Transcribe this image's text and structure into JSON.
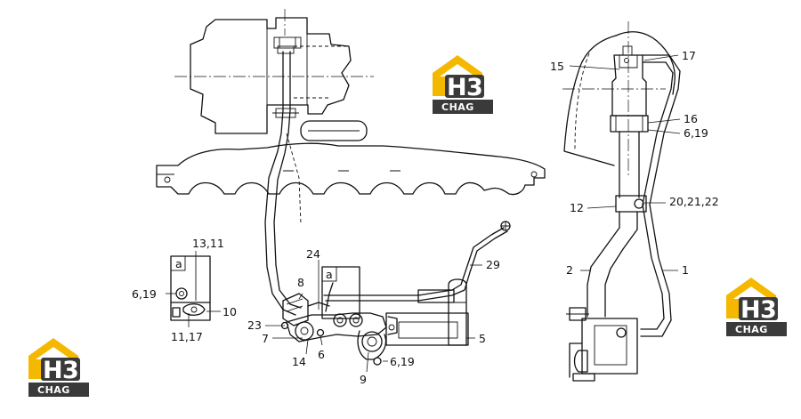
{
  "brand": {
    "logo_h": "H",
    "logo_3": "3",
    "logo_text": "CHAG",
    "colors": {
      "yellow": "#f5b800",
      "dark": "#3a3a3a",
      "accent": "#f5b800"
    }
  },
  "detail_marker": "a",
  "labels": {
    "p17": "17",
    "p15": "15",
    "p16": "16",
    "p6_19_r": "6,19",
    "p12": "12",
    "p20_21_22": "20,21,22",
    "p2": "2",
    "p1": "1",
    "p29": "29",
    "p24": "24",
    "p8": "8",
    "p23": "23",
    "p7": "7",
    "p14": "14",
    "p6": "6",
    "p5": "5",
    "p9": "9",
    "p6_19_b": "6,19",
    "p13_11": "13,11",
    "p6_19_l": "6,19",
    "p10": "10",
    "p11_17": "11,17"
  }
}
